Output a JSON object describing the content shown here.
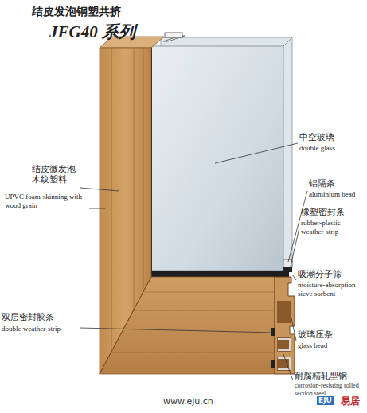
{
  "diagram": {
    "title": "结皮发泡钢塑共挤",
    "labels": [
      "JFG40 系列",
      "中空玻璃",
      "double glass",
      "铝隔条",
      "aluminium bead",
      "橡塑密封条",
      "rubber-plastic weather-strip",
      "吸潮分子筛",
      "moisture-absorption sieve sorbent",
      "结皮微发泡 木纹塑料",
      "UPVC foam-skinning with wood grain",
      "双层密封胶条",
      "double weather-strip",
      "玻璃压条",
      "glass bead",
      "耐腐精轧型钢",
      "corrosion-resisting rolled section steel",
      "www.eju.cn",
      "易居",
      "EJU"
    ]
  }
}
